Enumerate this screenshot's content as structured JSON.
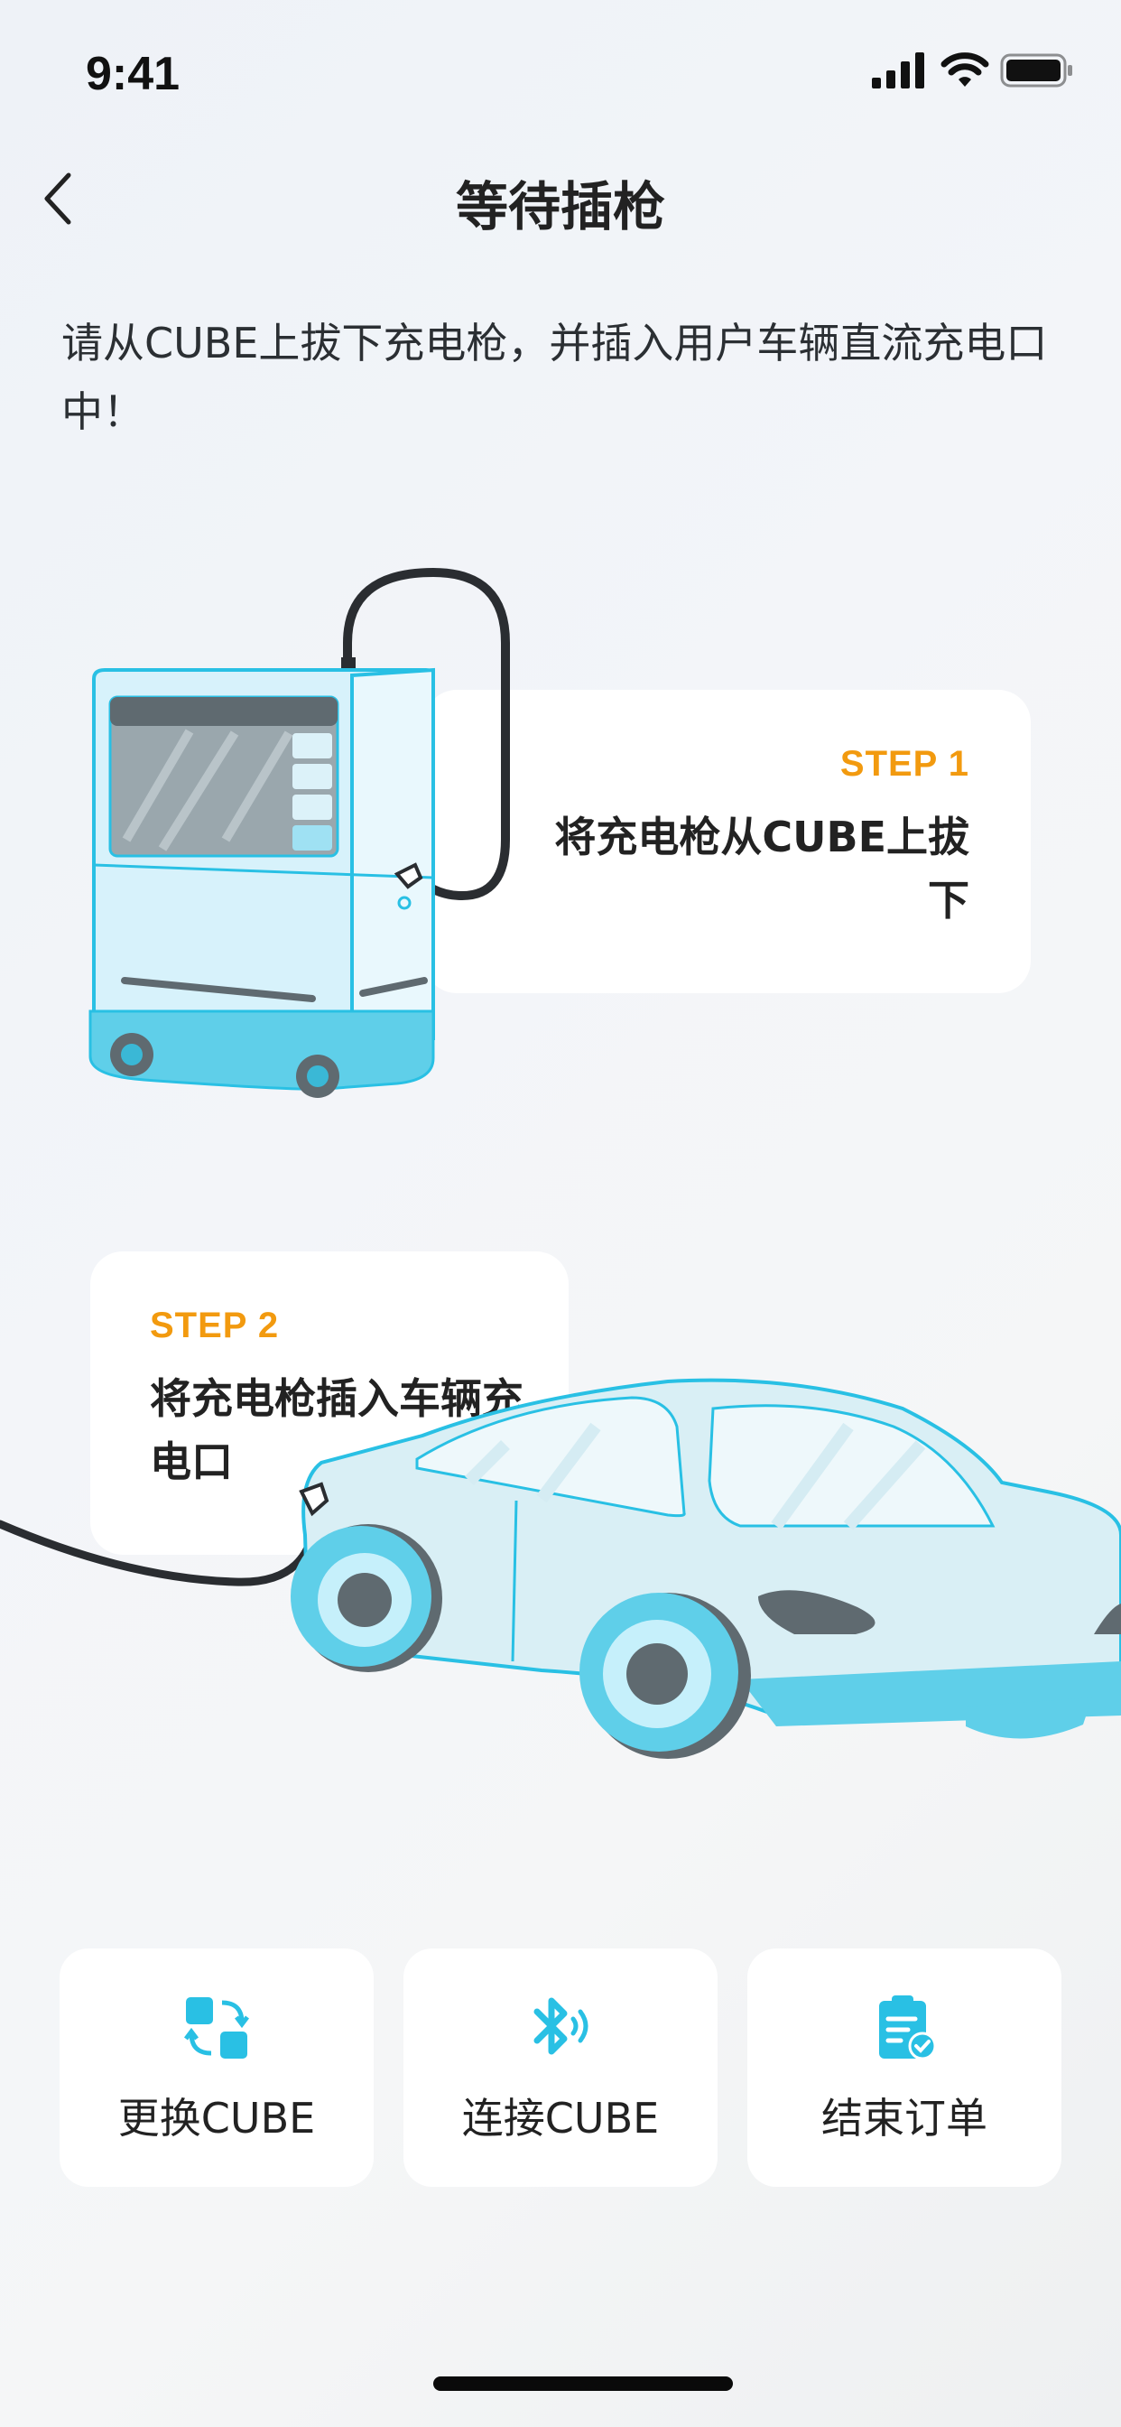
{
  "status_bar": {
    "time": "9:41"
  },
  "nav": {
    "title": "等待插枪",
    "back_icon": "chevron-left-icon"
  },
  "description": "请从CUBE上拔下充电枪，并插入用户车辆直流充电口中！",
  "steps": [
    {
      "label": "STEP 1",
      "text": "将充电枪从CUBE上拔下"
    },
    {
      "label": "STEP 2",
      "text": "将充电枪插入车辆充电口"
    }
  ],
  "actions": [
    {
      "label": "更换CUBE",
      "icon": "swap-icon"
    },
    {
      "label": "连接CUBE",
      "icon": "bluetooth-icon"
    },
    {
      "label": "结束订单",
      "icon": "clipboard-check-icon"
    }
  ],
  "colors": {
    "accent_orange": "#f29a0f",
    "accent_cyan": "#29c0e4",
    "card_bg": "#ffffff"
  }
}
